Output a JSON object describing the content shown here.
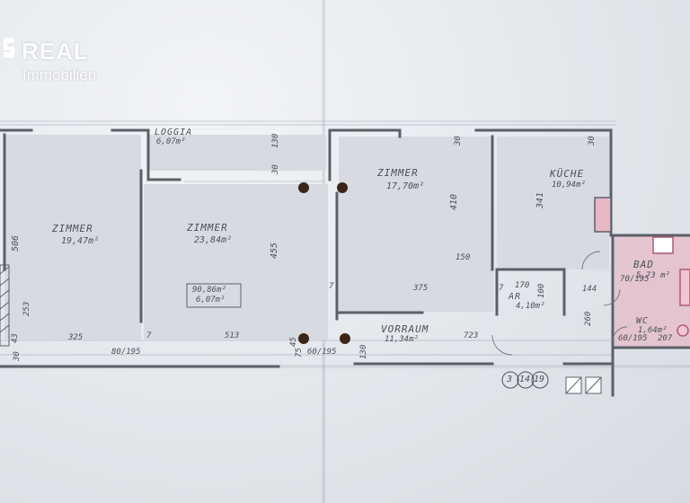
{
  "logo": {
    "brand": "REAL",
    "subtitle": "Immobilien"
  },
  "rooms": [
    {
      "name": "Loggia",
      "area": "6,07m²"
    },
    {
      "name": "Zimmer",
      "area": "19,47m²"
    },
    {
      "name": "Zimmer",
      "area": "23,84m²"
    },
    {
      "name": "Zimmer",
      "area": "17,70m²"
    },
    {
      "name": "Küche",
      "area": "10,94m²"
    },
    {
      "name": "Bad",
      "area": "5,73 m²"
    },
    {
      "name": "AR",
      "area": "4,10m²"
    },
    {
      "name": "Vorraum",
      "area": "11,34m²"
    },
    {
      "name": "WC",
      "area": "1,64m²"
    }
  ],
  "total_area": {
    "line1": "90,86m²",
    "line2": "6,07m²"
  },
  "dimensions": {
    "zimmer1_height": "506",
    "zimmer1_width": "325",
    "zimmer2_depth": "455",
    "zimmer2_width": "513",
    "zimmer3_depth": "410",
    "kueche_depth": "341",
    "vorraum_width": "723",
    "passage_width": "150",
    "wall_375": "375",
    "ar_width": "170",
    "ar_100": "100",
    "left_253": "253",
    "d_144": "144",
    "d_260": "260",
    "d_207": "207",
    "d_130": "130",
    "d_30": "30",
    "d_7": "7",
    "d_43": "43",
    "d_75": "75",
    "d_45": "45",
    "door_a": "80/195",
    "door_b": "60/195",
    "door_c": "70/195"
  },
  "circled_numbers": [
    "3",
    "14",
    "19"
  ],
  "colors": {
    "paper": "#e3e7ec",
    "ink": "#4b4f57",
    "wall": "#5b6068",
    "wet_room": "#e6b8c4",
    "logo": "#ffffff"
  }
}
